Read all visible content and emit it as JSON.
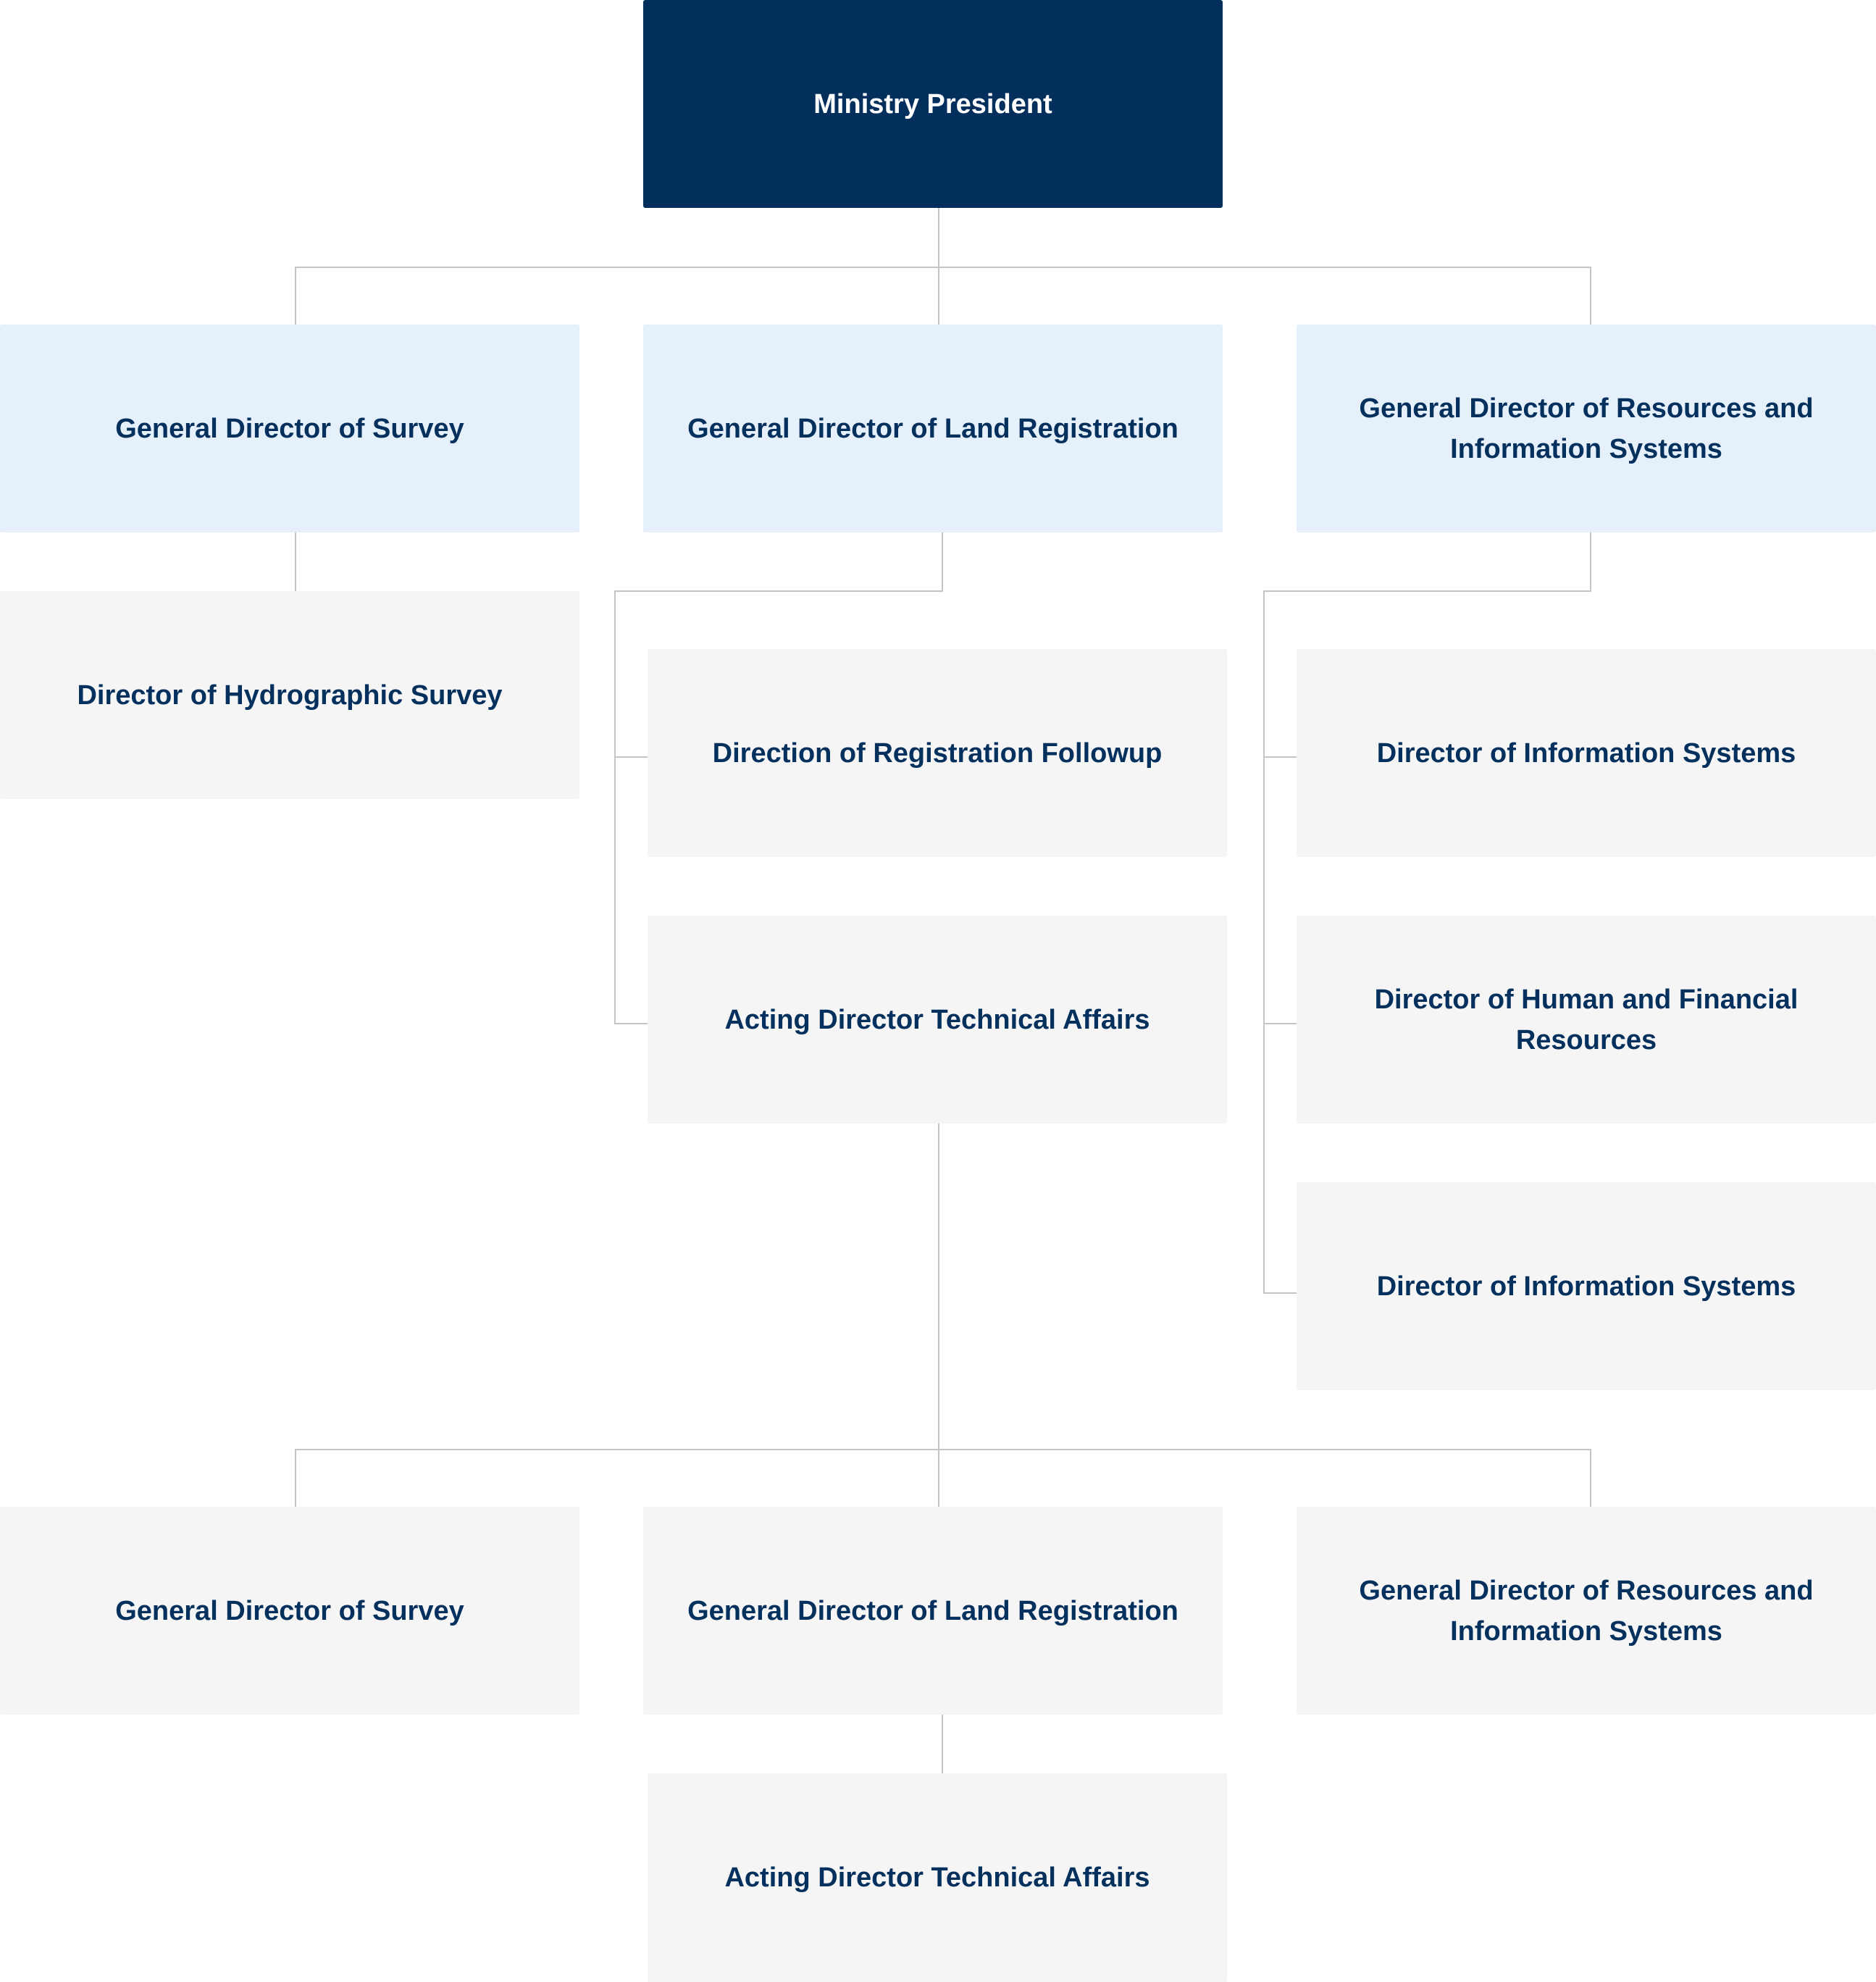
{
  "colors": {
    "top_fill": "#032f5c",
    "top_text": "#ffffff",
    "general_director_fill": "#e6f0fa",
    "director_fill": "#f5f5f5",
    "node_text": "#04305e",
    "connector": "#c4c4c4"
  },
  "nodes": {
    "president": "Ministry President",
    "gd_survey": "General Director of Survey",
    "gd_land": "General Director of Land Registration",
    "gd_resources": "General Director of Resources and Information Systems",
    "hydro": "Director of Hydrographic Survey",
    "reg_followup": "Direction of Registration Followup",
    "tech_affairs": "Acting Director Technical Affairs",
    "info_sys_1": "Director of Information Systems",
    "human_fin": "Director of Human and Financial Resources",
    "info_sys_2": "Director of Information Systems",
    "gd_survey_2": "General Director of Survey",
    "gd_land_2": "General Director of Land Registration",
    "gd_resources_2": "General Director of Resources and Information Systems",
    "tech_affairs_2": "Acting Director Technical Affairs"
  },
  "edges": [
    [
      "president",
      "gd_survey"
    ],
    [
      "president",
      "gd_land"
    ],
    [
      "president",
      "gd_resources"
    ],
    [
      "gd_survey",
      "hydro"
    ],
    [
      "gd_land",
      "reg_followup"
    ],
    [
      "gd_land",
      "tech_affairs"
    ],
    [
      "gd_resources",
      "info_sys_1"
    ],
    [
      "gd_resources",
      "human_fin"
    ],
    [
      "gd_resources",
      "info_sys_2"
    ],
    [
      "tech_affairs",
      "gd_survey_2"
    ],
    [
      "tech_affairs",
      "gd_land_2"
    ],
    [
      "tech_affairs",
      "gd_resources_2"
    ],
    [
      "gd_land_2",
      "tech_affairs_2"
    ]
  ]
}
